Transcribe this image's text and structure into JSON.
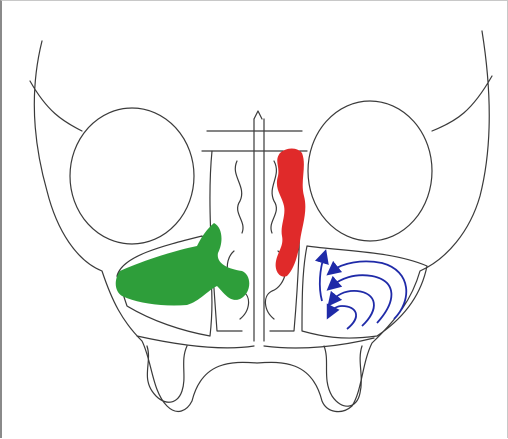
{
  "figure": {
    "subject": "coronal-sinus-diagram",
    "regions": [
      {
        "id": "left-maxillary-region",
        "color": "#2e9e3a"
      },
      {
        "id": "ethmoid-region",
        "color": "#e02a2a"
      },
      {
        "id": "right-maxillary-flow",
        "color": "#1f2aa8"
      }
    ],
    "outline_color": "#3a3a3a",
    "background": "#ffffff"
  }
}
